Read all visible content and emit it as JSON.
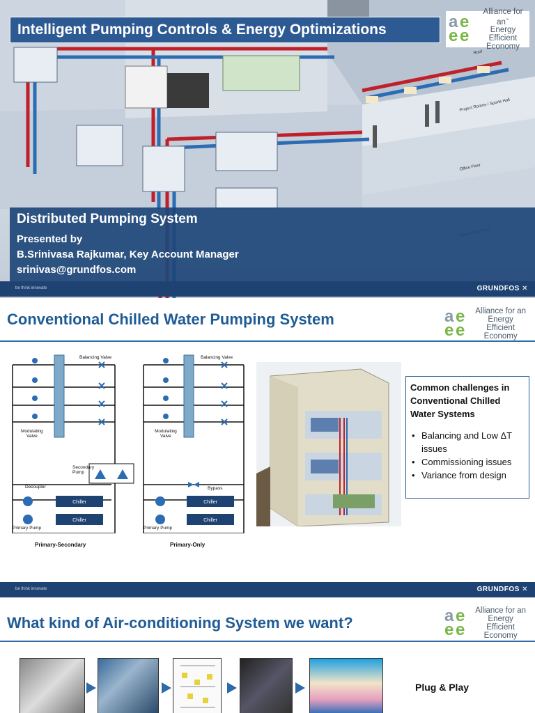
{
  "logo": {
    "line1": "Alliance for an",
    "line2": "Energy Efficient",
    "line3": "Economy",
    "tm": "™"
  },
  "slide1": {
    "title": "Intelligent Pumping Controls & Energy Optimizations",
    "subtitle": "Distributed Pumping System",
    "presented": "Presented by",
    "presenter": "B.Srinivasa Rajkumar, Key Account Manager",
    "email": "srinivas@grundfos.com",
    "floor_labels": [
      "Roof",
      "Project Rooms / Sports Hall",
      "Office Floor",
      "Sports Hall Floor"
    ]
  },
  "footer": {
    "tagline": "be think innovate",
    "brand": "GRUNDFOS"
  },
  "slide2": {
    "title": "Conventional Chilled Water Pumping System",
    "diagram_left": {
      "caption": "Primary-Secondary",
      "balancing": "Balancing Valve",
      "modulating": "Modulating\nValve",
      "secondary": "Secondary\nPump",
      "decoupler": "Decoupler",
      "primary": "Primary Pump",
      "chiller": "Chiller"
    },
    "diagram_right": {
      "caption": "Primary-Only",
      "balancing": "Balancing Valve",
      "modulating": "Modulating\nValve",
      "bypass": "Bypass",
      "primary": "Primary Pump",
      "chiller": "Chiller"
    },
    "challenges_heading": "Common challenges in Conventional Chilled Water Systems",
    "challenges": [
      "Balancing and Low ΔT issues",
      "Commissioning issues",
      "Variance from design"
    ]
  },
  "slide3": {
    "title": "What kind of Air-conditioning System we want?",
    "plug": "Plug & Play"
  },
  "colors": {
    "navy": "#1e4272",
    "blue": "#2d5a93",
    "title_blue": "#1f5b94",
    "pipe_red": "#c0202a",
    "pipe_blue": "#2b6cb3",
    "logo_green": "#7ab648",
    "logo_gray": "#8a9aa8"
  }
}
